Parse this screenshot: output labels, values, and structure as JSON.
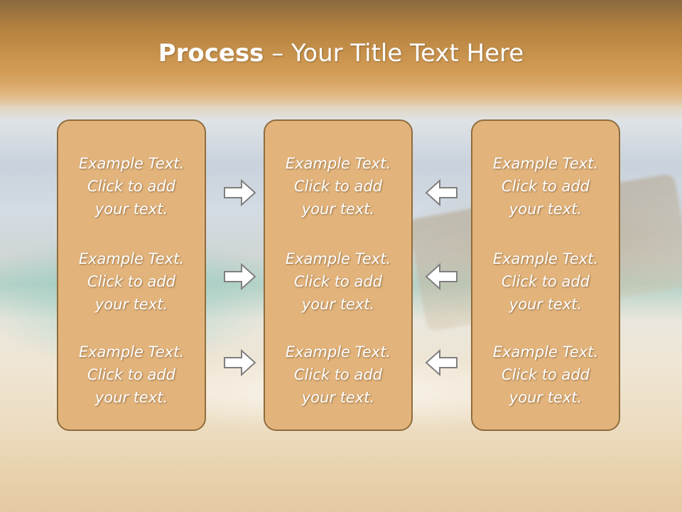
{
  "slide": {
    "title_bold": "Process",
    "title_rest": " – Your Title Text Here"
  },
  "columns": [
    {
      "items": [
        "Example Text.\nClick  to add\nyour text.",
        "Example Text.\nClick  to add\nyour text.",
        "Example Text.\nClick  to add\nyour text."
      ]
    },
    {
      "items": [
        "Example Text.\nClick  to add\nyour text.",
        "Example Text.\nClick  to add\nyour text.",
        "Example Text.\nClick  to add\nyour text."
      ]
    },
    {
      "items": [
        "Example Text.\nClick  to add\nyour text.",
        "Example Text.\nClick  to add\nyour text.",
        "Example Text.\nClick  to add\nyour text."
      ]
    }
  ],
  "icons": {
    "left_arrows": "arrow-right-icon",
    "right_arrows": "arrow-left-icon"
  },
  "colors": {
    "box_fill": "#e2b47c",
    "box_border": "#8f6c3d",
    "title_band": "#c79756"
  }
}
